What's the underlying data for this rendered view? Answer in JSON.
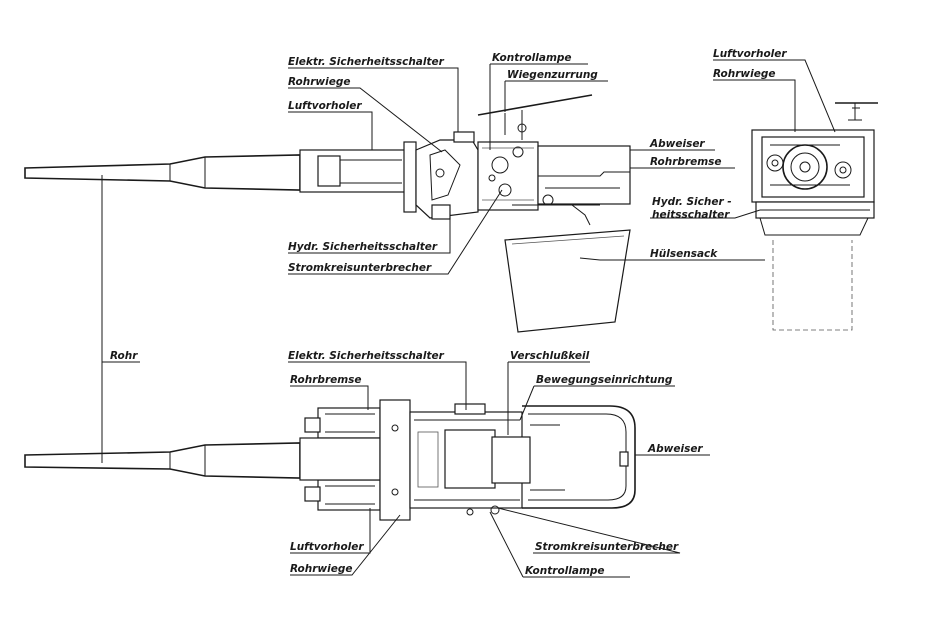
{
  "labels": {
    "side_view": {
      "elektr_sicherheitsschalter": "Elektr. Sicherheitsschalter",
      "kontrollampe": "Kontrollampe",
      "rohrwiege": "Rohrwiege",
      "wiegenzurrung": "Wiegenzurrung",
      "luftvorholer": "Luftvorholer",
      "abweiser": "Abweiser",
      "rohrbremse": "Rohrbremse",
      "hydr_sicherheitsschalter": "Hydr. Sicherheitsschalter",
      "stromkreisunterbrecher": "Stromkreisunterbrecher",
      "huelsensack": "Hülsensack"
    },
    "front_view": {
      "luftvorholer": "Luftvorholer",
      "rohrwiege": "Rohrwiege",
      "hydr_sicher_line1": "Hydr. Sicher -",
      "hydr_sicher_line2": "heitsschalter"
    },
    "rohr": "Rohr",
    "top_view": {
      "elektr_sicherheitsschalter": "Elektr. Sicherheitsschalter",
      "verschlusskeil": "Verschlußkeil",
      "rohrbremse": "Rohrbremse",
      "bewegungseinrichtung": "Bewegungseinrichtung",
      "abweiser": "Abweiser",
      "luftvorholer": "Luftvorholer",
      "stromkreisunterbrecher": "Stromkreisunterbrecher",
      "rohrwiege": "Rohrwiege",
      "kontrollampe": "Kontrollampe"
    }
  }
}
